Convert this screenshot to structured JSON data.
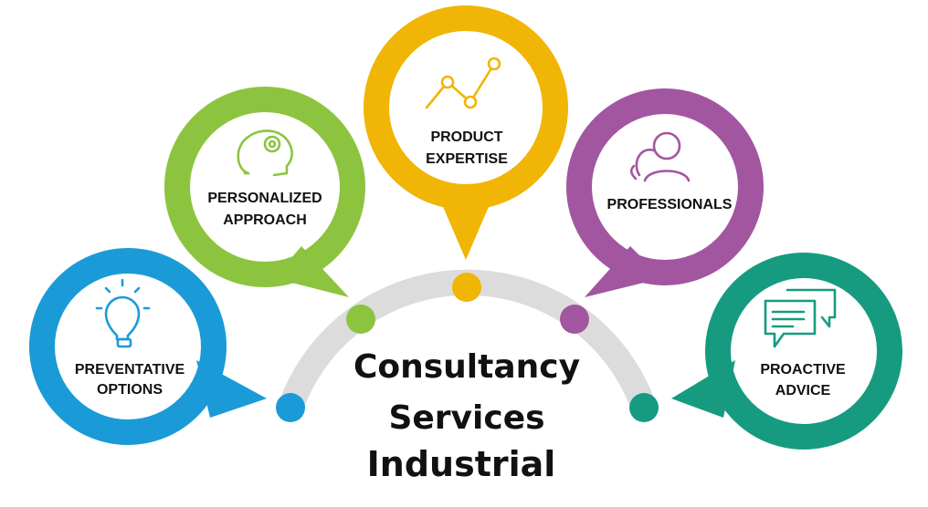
{
  "title": {
    "line1": "Consultancy",
    "line2": "Services",
    "line3": "Industrial"
  },
  "bubbles": [
    {
      "line1": "PREVENTATIVE",
      "line2": "OPTIONS",
      "icon": "lightbulb-icon",
      "color": "#1a9bd7"
    },
    {
      "line1": "PERSONALIZED",
      "line2": "APPROACH",
      "icon": "head-gear-icon",
      "color": "#8cc43f"
    },
    {
      "line1": "PRODUCT",
      "line2": "EXPERTISE",
      "icon": "line-chart-icon",
      "color": "#f0b505"
    },
    {
      "line1": "PROFESSIONALS",
      "icon": "people-icon",
      "color": "#a2569f"
    },
    {
      "line1": "PROACTIVE",
      "line2": "ADVICE",
      "icon": "chat-bubbles-icon",
      "color": "#169b80"
    }
  ],
  "arc_color": "#dcdcdc"
}
